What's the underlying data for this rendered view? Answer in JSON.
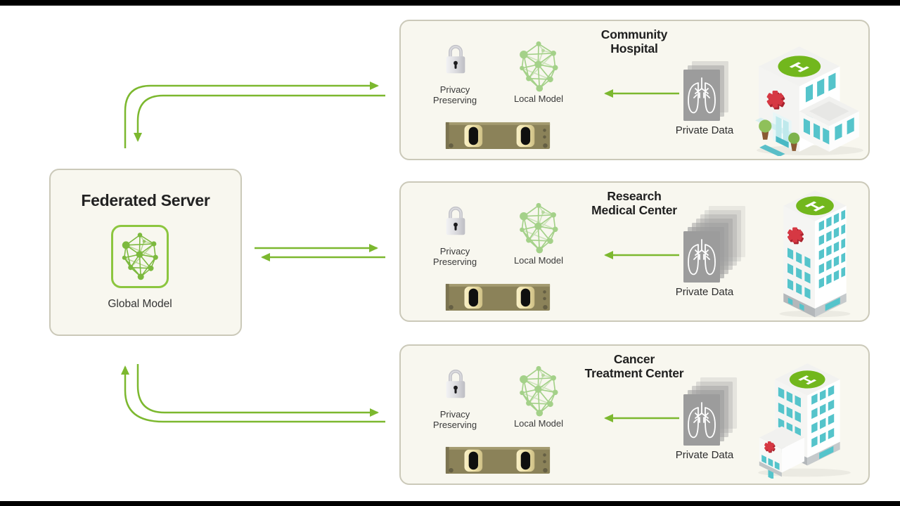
{
  "colors": {
    "accent_green": "#7cb82f",
    "helipad_green": "#72b71d",
    "panel_bg": "#f8f7ef",
    "panel_border": "#cbc9b9",
    "text_dark": "#2d2d2d",
    "red_cross": "#d63843",
    "window_teal": "#55c4cb"
  },
  "server_panel": {
    "title": "Federated Server",
    "model_label": "Global Model"
  },
  "institutions": [
    {
      "name": "Community Hospital",
      "title_line1": "Community",
      "title_line2": "Hospital",
      "privacy_line1": "Privacy",
      "privacy_line2": "Preserving",
      "local_model_label": "Local Model",
      "private_data_label": "Private Data",
      "data_layers": 3
    },
    {
      "name": "Research Medical Center",
      "title_line1": "Research",
      "title_line2": "Medical Center",
      "privacy_line1": "Privacy",
      "privacy_line2": "Preserving",
      "local_model_label": "Local Model",
      "private_data_label": "Private Data",
      "data_layers": 7
    },
    {
      "name": "Cancer Treatment Center",
      "title_line1": "Cancer",
      "title_line2": "Treatment Center",
      "privacy_line1": "Privacy",
      "privacy_line2": "Preserving",
      "local_model_label": "Local Model",
      "private_data_label": "Private Data",
      "data_layers": 5
    }
  ],
  "connections": [
    {
      "from": "federated-server",
      "to": "community-hospital",
      "type": "bidirectional"
    },
    {
      "from": "federated-server",
      "to": "research-medical-center",
      "type": "bidirectional"
    },
    {
      "from": "federated-server",
      "to": "cancer-treatment-center",
      "type": "bidirectional"
    },
    {
      "from": "private-data",
      "to": "local-model",
      "type": "one-way",
      "scope": "within each institution"
    }
  ]
}
